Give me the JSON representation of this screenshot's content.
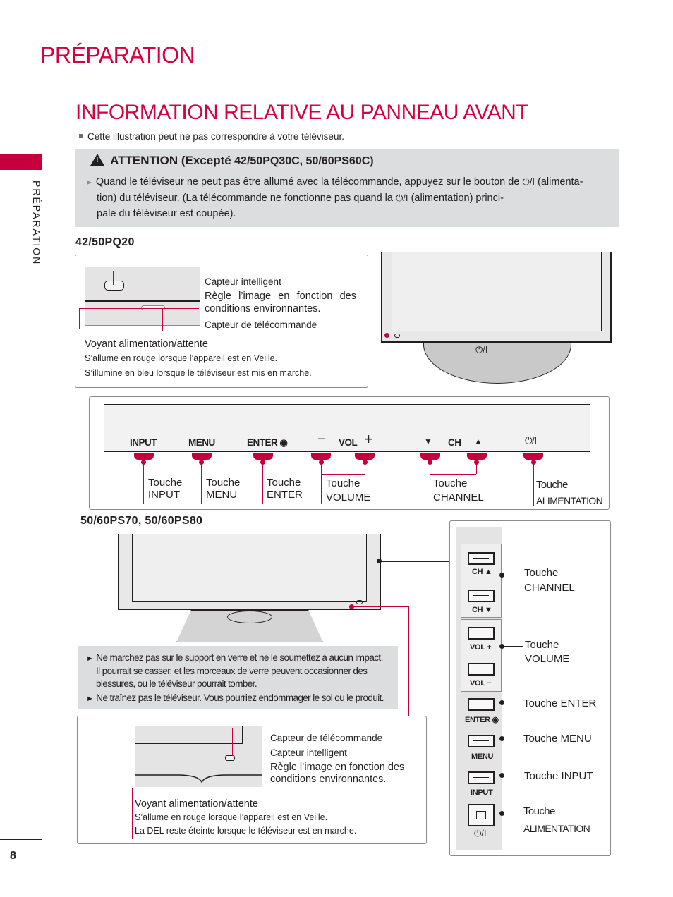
{
  "page": {
    "title": "PRÉPARATION",
    "side_label": "PRÉPARATION",
    "page_number": "8"
  },
  "section": {
    "title": "INFORMATION RELATIVE AU PANNEAU AVANT",
    "note": "Cette illustration peut ne pas correspondre à votre téléviseur."
  },
  "attention": {
    "title": "ATTENTION (",
    "title_except": "Excepté",
    "title_models": " 42/50PQ30C, 50/60PS60C)",
    "line1": "Quand le téléviseur ne peut pas être allumé avec la télécommande, appuyez sur le bouton de",
    "line1_end": "(alimenta-",
    "line2": "tion) du téléviseur. (La télécommande ne fonctionne pas quand la",
    "line2_end": "(alimentation) princi-",
    "line3": "pale du téléviseur est coupée).",
    "power_symbol": "⏻/I"
  },
  "model_a": {
    "label": "42/50PQ20",
    "sensor_title": "Capteur intelligent",
    "sensor_desc": "Règle l’image en fonction des conditions environnantes.",
    "remote_sensor": "Capteur de télécommande",
    "led_title": "Voyant alimentation/attente",
    "led_line1": "S’allume en rouge lorsque l’appareil est en Veille.",
    "led_line2": "S’illumine en bleu lorsque le téléviseur est mis en marche.",
    "buttons": {
      "input": "INPUT",
      "menu": "MENU",
      "enter": "ENTER",
      "vol_minus": "−",
      "vol": "VOL",
      "vol_plus": "+",
      "ch_down": "▼",
      "ch": "CH",
      "ch_up": "▲",
      "power": "⏻/I"
    },
    "touches": {
      "input_1": "Touche",
      "input_2": "INPUT",
      "menu_1": "Touche",
      "menu_2": "MENU",
      "enter_1": "Touche",
      "enter_2": "ENTER",
      "volume_1": "Touche",
      "volume_2": "VOLUME",
      "channel_1": "Touche",
      "channel_2": "CHANNEL",
      "power_1": "Touche",
      "power_2": "ALIMENTATION"
    }
  },
  "model_b": {
    "label": "50/60PS70, 50/60PS80",
    "warning1_l1": "Ne marchez pas sur le support en verre et ne le soumettez à aucun impact.",
    "warning1_l2": "Il pourrait se casser, et les morceaux de verre peuvent occasionner des",
    "warning1_l3": "blessures, ou le téléviseur pourrait tomber.",
    "warning2": "Ne traînez pas le téléviseur. Vous pourriez endommager le sol ou le produit.",
    "remote_sensor": "Capteur de télécommande",
    "sensor_title": "Capteur intelligent",
    "sensor_desc_l1": "Règle l’image en fonction des",
    "sensor_desc_l2": "conditions environnantes.",
    "led_title": "Voyant alimentation/attente",
    "led_line1": "S’allume en rouge lorsque l’appareil est en Veille.",
    "led_line2": "La DEL reste éteinte lorsque le téléviseur est en marche.",
    "side_buttons": {
      "ch_up": "CH ▲",
      "ch_down": "CH ▼",
      "vol_plus": "VOL +",
      "vol_minus": "VOL −",
      "enter": "ENTER ◉",
      "menu": "MENU",
      "input": "INPUT",
      "power": "⏻/I"
    },
    "touches": {
      "channel_1": "Touche",
      "channel_2": "CHANNEL",
      "volume_1": "Touche",
      "volume_2": "VOLUME",
      "enter": "Touche ENTER",
      "menu": "Touche MENU",
      "input": "Touche INPUT",
      "power_1": "Touche",
      "power_2": "ALIMENTATION"
    }
  },
  "colors": {
    "accent": "#d6003f",
    "panel_gray": "#dcdddf"
  }
}
